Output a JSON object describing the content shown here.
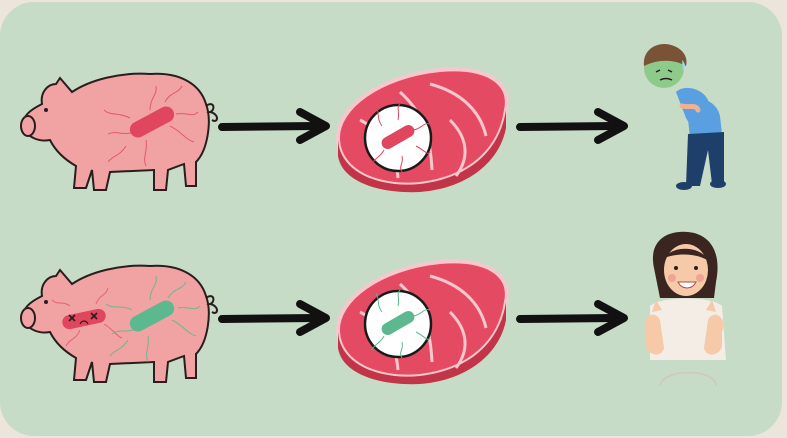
{
  "colors": {
    "page": "#ebe5dc",
    "panel": "#c7dcc7",
    "pig": "#f1a3a3",
    "pig_outline": "#2a1d1d",
    "harmful_bacteria": "#e0465d",
    "beneficial_bacteria": "#5bb88f",
    "meat": "#e44b62",
    "meat_fat": "#f6c7cc",
    "arrow": "#111111",
    "sick_face": "#8ecb8a",
    "shirt_blue": "#5aa0e0",
    "pants_navy": "#1f3f6b",
    "happy_skin": "#f6c9a8",
    "happy_hair": "#3b2520",
    "happy_shirt": "#f4ede6"
  },
  "rows": [
    {
      "id": "pathogen",
      "bacteria_kind": "harmful",
      "bacteria_color": "#e0465d",
      "outcome": "sick-person",
      "has_inactivated_pathogen": false
    },
    {
      "id": "probiotic",
      "bacteria_kind": "beneficial",
      "bacteria_color": "#5bb88f",
      "outcome": "happy-person",
      "has_inactivated_pathogen": true
    }
  ],
  "icons": [
    "pig-icon",
    "bacteria-icon",
    "meat-steak-icon",
    "magnifier-circle-icon",
    "arrow-right-icon",
    "sick-person-icon",
    "happy-person-thumbs-up-icon"
  ]
}
